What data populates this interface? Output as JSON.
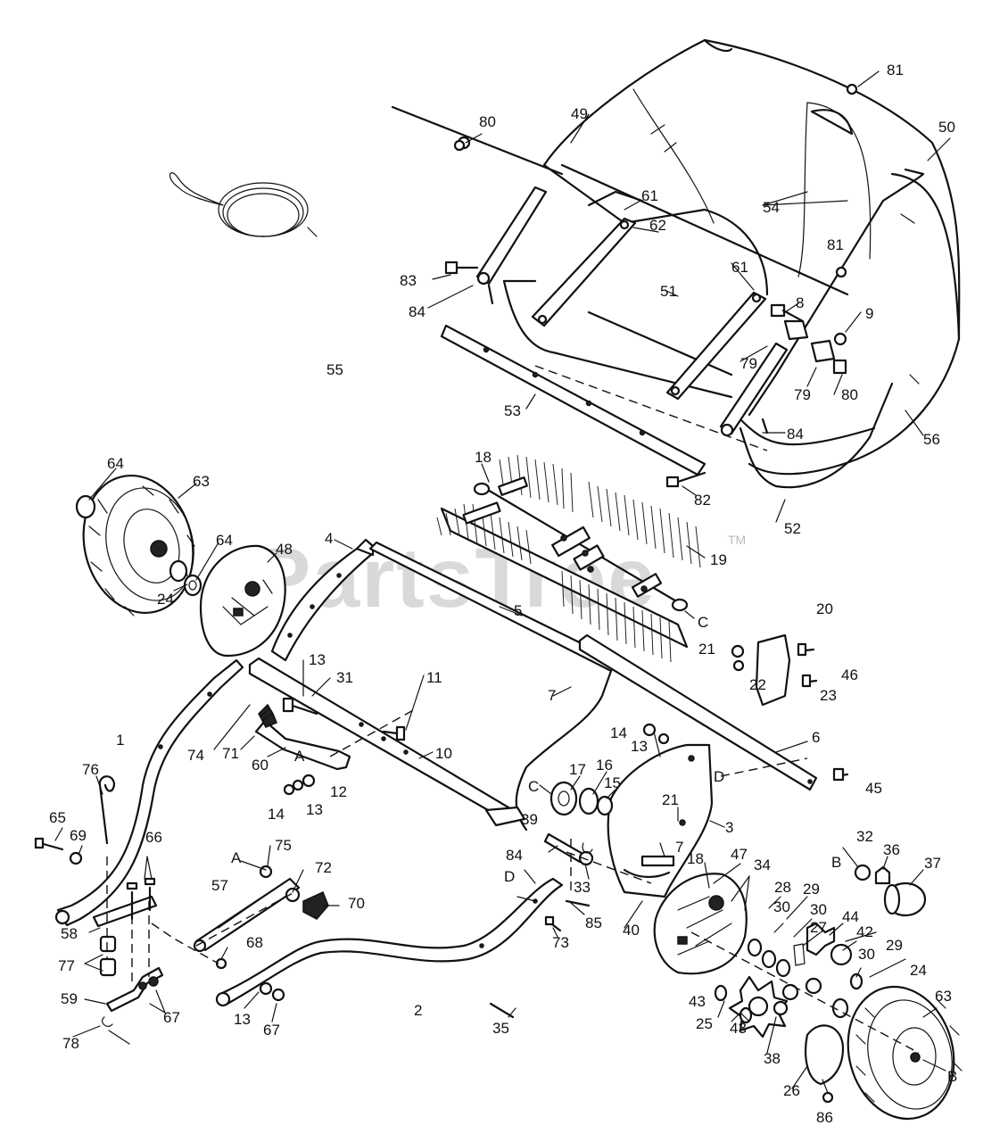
{
  "watermark": {
    "text": "PartsTree",
    "trademark": "TM"
  },
  "callouts": [
    {
      "id": "c1",
      "text": "1"
    },
    {
      "id": "c2",
      "text": "2"
    },
    {
      "id": "c3",
      "text": "3"
    },
    {
      "id": "c4",
      "text": "4"
    },
    {
      "id": "c5",
      "text": "5"
    },
    {
      "id": "c6",
      "text": "6"
    },
    {
      "id": "c7a",
      "text": "7"
    },
    {
      "id": "c7b",
      "text": "7"
    },
    {
      "id": "c8",
      "text": "8"
    },
    {
      "id": "c9",
      "text": "9"
    },
    {
      "id": "c10",
      "text": "10"
    },
    {
      "id": "c11",
      "text": "11"
    },
    {
      "id": "c12",
      "text": "12"
    },
    {
      "id": "c13a",
      "text": "13"
    },
    {
      "id": "c13b",
      "text": "13"
    },
    {
      "id": "c13c",
      "text": "13"
    },
    {
      "id": "c13d",
      "text": "13"
    },
    {
      "id": "c14a",
      "text": "14"
    },
    {
      "id": "c14b",
      "text": "14"
    },
    {
      "id": "c15",
      "text": "15"
    },
    {
      "id": "c16",
      "text": "16"
    },
    {
      "id": "c17",
      "text": "17"
    },
    {
      "id": "c18a",
      "text": "18"
    },
    {
      "id": "c18b",
      "text": "18"
    },
    {
      "id": "c19",
      "text": "19"
    },
    {
      "id": "c20",
      "text": "20"
    },
    {
      "id": "c21a",
      "text": "21"
    },
    {
      "id": "c21b",
      "text": "21"
    },
    {
      "id": "c22",
      "text": "22"
    },
    {
      "id": "c23",
      "text": "23"
    },
    {
      "id": "c24a",
      "text": "24"
    },
    {
      "id": "c24b",
      "text": "24"
    },
    {
      "id": "c25",
      "text": "25"
    },
    {
      "id": "c26",
      "text": "26"
    },
    {
      "id": "c27",
      "text": "27"
    },
    {
      "id": "c28",
      "text": "28"
    },
    {
      "id": "c29a",
      "text": "29"
    },
    {
      "id": "c29b",
      "text": "29"
    },
    {
      "id": "c30a",
      "text": "30"
    },
    {
      "id": "c30b",
      "text": "30"
    },
    {
      "id": "c30c",
      "text": "30"
    },
    {
      "id": "c31",
      "text": "31"
    },
    {
      "id": "c32",
      "text": "32"
    },
    {
      "id": "c33",
      "text": "33"
    },
    {
      "id": "c34",
      "text": "34"
    },
    {
      "id": "c35",
      "text": "35"
    },
    {
      "id": "c36",
      "text": "36"
    },
    {
      "id": "c37",
      "text": "37"
    },
    {
      "id": "c38",
      "text": "38"
    },
    {
      "id": "c39",
      "text": "39"
    },
    {
      "id": "c40",
      "text": "40"
    },
    {
      "id": "c42",
      "text": "42"
    },
    {
      "id": "c43a",
      "text": "43"
    },
    {
      "id": "c43b",
      "text": "43"
    },
    {
      "id": "c44",
      "text": "44"
    },
    {
      "id": "c45",
      "text": "45"
    },
    {
      "id": "c46",
      "text": "46"
    },
    {
      "id": "c47",
      "text": "47"
    },
    {
      "id": "c48",
      "text": "48"
    },
    {
      "id": "c49",
      "text": "49"
    },
    {
      "id": "c50",
      "text": "50"
    },
    {
      "id": "c51",
      "text": "51"
    },
    {
      "id": "c52",
      "text": "52"
    },
    {
      "id": "c53",
      "text": "53"
    },
    {
      "id": "c54",
      "text": "54"
    },
    {
      "id": "c55",
      "text": "55"
    },
    {
      "id": "c56",
      "text": "56"
    },
    {
      "id": "c57",
      "text": "57"
    },
    {
      "id": "c58",
      "text": "58"
    },
    {
      "id": "c59",
      "text": "59"
    },
    {
      "id": "c60",
      "text": "60"
    },
    {
      "id": "c61a",
      "text": "61"
    },
    {
      "id": "c61b",
      "text": "61"
    },
    {
      "id": "c62",
      "text": "62"
    },
    {
      "id": "c63a",
      "text": "63"
    },
    {
      "id": "c63b",
      "text": "63"
    },
    {
      "id": "c64a",
      "text": "64"
    },
    {
      "id": "c64b",
      "text": "64"
    },
    {
      "id": "c65",
      "text": "65"
    },
    {
      "id": "c66",
      "text": "66"
    },
    {
      "id": "c67a",
      "text": "67"
    },
    {
      "id": "c67b",
      "text": "67"
    },
    {
      "id": "c68",
      "text": "68"
    },
    {
      "id": "c69",
      "text": "69"
    },
    {
      "id": "c70",
      "text": "70"
    },
    {
      "id": "c71",
      "text": "71"
    },
    {
      "id": "c72",
      "text": "72"
    },
    {
      "id": "c73",
      "text": "73"
    },
    {
      "id": "c74",
      "text": "74"
    },
    {
      "id": "c75",
      "text": "75"
    },
    {
      "id": "c76",
      "text": "76"
    },
    {
      "id": "c77",
      "text": "77"
    },
    {
      "id": "c78",
      "text": "78"
    },
    {
      "id": "c79a",
      "text": "79"
    },
    {
      "id": "c79b",
      "text": "79"
    },
    {
      "id": "c80a",
      "text": "80"
    },
    {
      "id": "c80b",
      "text": "80"
    },
    {
      "id": "c81a",
      "text": "81"
    },
    {
      "id": "c81b",
      "text": "81"
    },
    {
      "id": "c82",
      "text": "82"
    },
    {
      "id": "c83",
      "text": "83"
    },
    {
      "id": "c84a",
      "text": "84"
    },
    {
      "id": "c84b",
      "text": "84"
    },
    {
      "id": "c84c",
      "text": "84"
    },
    {
      "id": "c84d",
      "text": "84"
    },
    {
      "id": "c85",
      "text": "85"
    },
    {
      "id": "c86",
      "text": "86"
    },
    {
      "id": "cA1",
      "text": "A"
    },
    {
      "id": "cA2",
      "text": "A"
    },
    {
      "id": "cB1",
      "text": "B"
    },
    {
      "id": "cB2",
      "text": "B"
    },
    {
      "id": "cC1",
      "text": "C"
    },
    {
      "id": "cC2",
      "text": "C"
    },
    {
      "id": "cD1",
      "text": "D"
    },
    {
      "id": "cD2",
      "text": "D"
    }
  ]
}
